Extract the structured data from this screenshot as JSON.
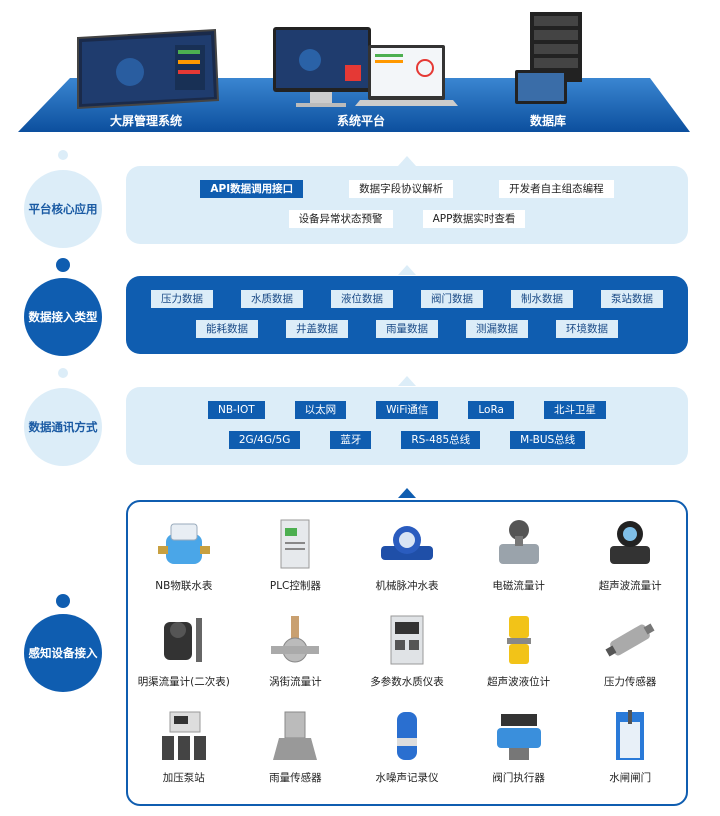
{
  "platform": {
    "items": [
      {
        "label": "大屏管理系统"
      },
      {
        "label": "系统平台"
      },
      {
        "label": "数据库"
      }
    ]
  },
  "layers": [
    {
      "label": "平台核心应用",
      "rows": [
        [
          "API数据调用接口",
          "数据字段协议解析",
          "开发者自主组态编程"
        ],
        [
          "设备异常状态预警",
          "APP数据实时查看"
        ]
      ]
    },
    {
      "label": "数据接入类型",
      "rows": [
        [
          "压力数据",
          "水质数据",
          "液位数据",
          "阀门数据",
          "制水数据",
          "泵站数据"
        ],
        [
          "能耗数据",
          "井盖数据",
          "雨量数据",
          "测漏数据",
          "环境数据"
        ]
      ]
    },
    {
      "label": "数据通讯方式",
      "rows": [
        [
          "NB-IOT",
          "以太网",
          "WiFi通信",
          "LoRa",
          "北斗卫星"
        ],
        [
          "2G/4G/5G",
          "蓝牙",
          "RS-485总线",
          "M-BUS总线"
        ]
      ]
    },
    {
      "label": "感知设备接入",
      "devices": [
        "NB物联水表",
        "PLC控制器",
        "机械脉冲水表",
        "电磁流量计",
        "超声波流量计",
        "明渠流量计(二次表)",
        "涡街流量计",
        "多参数水质仪表",
        "超声波液位计",
        "压力传感器",
        "加压泵站",
        "雨量传感器",
        "水噪声记录仪",
        "阀门执行器",
        "水闸闸门"
      ]
    }
  ],
  "colors": {
    "primary": "#0f5db0",
    "light": "#dcedf8"
  }
}
